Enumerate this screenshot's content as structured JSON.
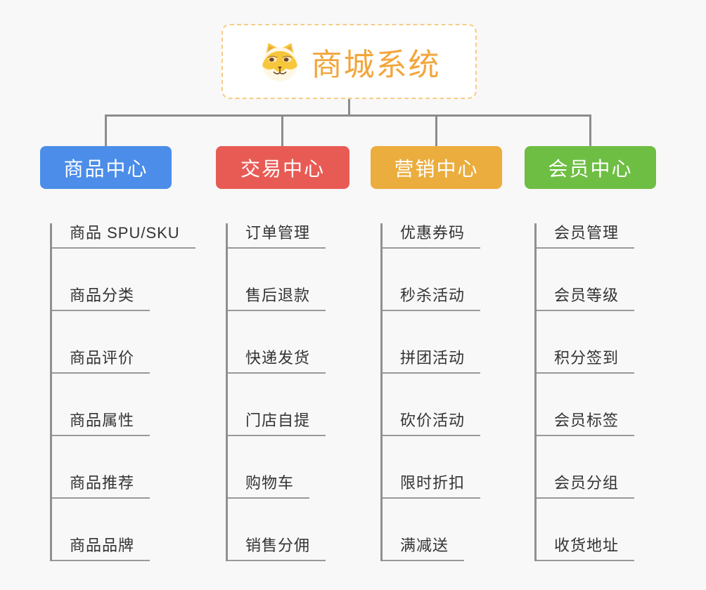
{
  "root": {
    "title": "商城系统",
    "icon": "dog-face-icon",
    "title_color": "#F2A63C",
    "border_color": "#F7CC85"
  },
  "branches": [
    {
      "id": "product-center",
      "label": "商品中心",
      "color": "#4B8DE9",
      "children": [
        "商品 SPU/SKU",
        "商品分类",
        "商品评价",
        "商品属性",
        "商品推荐",
        "商品品牌"
      ]
    },
    {
      "id": "trade-center",
      "label": "交易中心",
      "color": "#E85B55",
      "children": [
        "订单管理",
        "售后退款",
        "快递发货",
        "门店自提",
        "购物车",
        "销售分佣"
      ]
    },
    {
      "id": "marketing-center",
      "label": "营销中心",
      "color": "#EBAD3E",
      "children": [
        "优惠券码",
        "秒杀活动",
        "拼团活动",
        "砍价活动",
        "限时折扣",
        "满减送"
      ]
    },
    {
      "id": "member-center",
      "label": "会员中心",
      "color": "#6EBE44",
      "children": [
        "会员管理",
        "会员等级",
        "积分签到",
        "会员标签",
        "会员分组",
        "收货地址"
      ]
    }
  ],
  "colors": {
    "background": "#F8F8F8",
    "connector": "#8C8C8C",
    "underline": "#999999",
    "item_text": "#333333"
  }
}
